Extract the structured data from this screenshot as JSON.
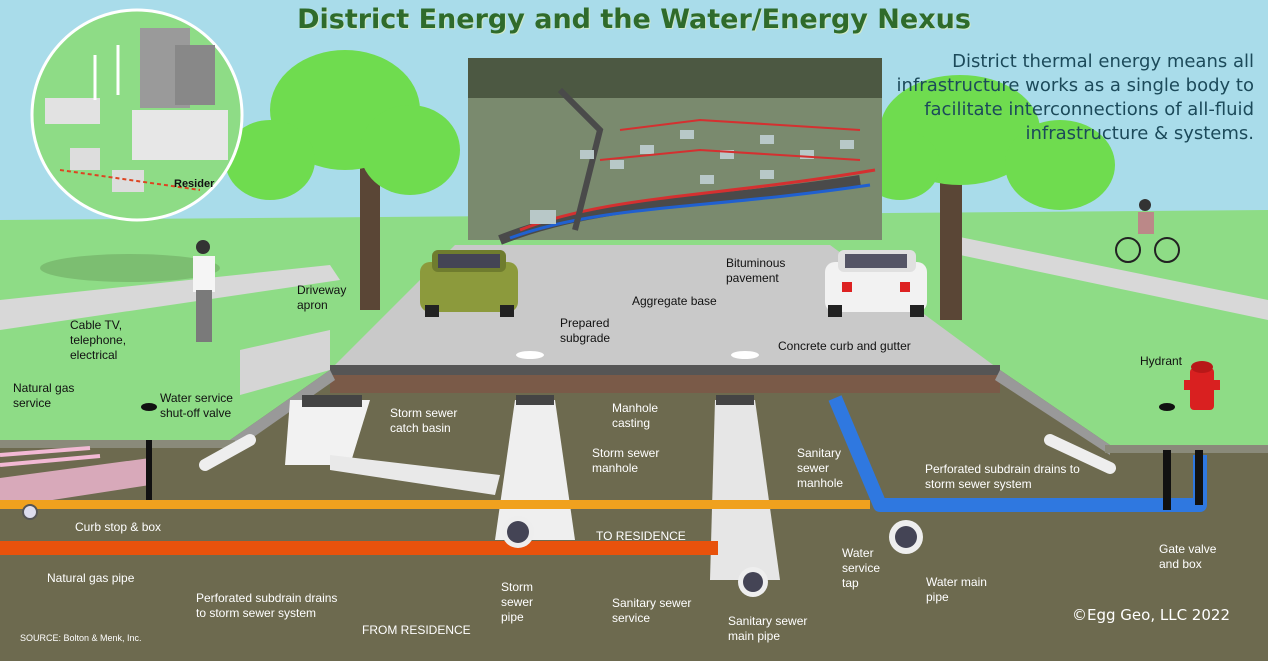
{
  "title": "District Energy and the Water/Energy Nexus",
  "description": "District thermal energy means all infrastructure works as a single body to facilitate interconnections of all-fluid infrastructure & systems.",
  "inset_label": "Resider",
  "copyright": "©Egg Geo, LLC 2022",
  "source": "SOURCE: Bolton & Menk, Inc.",
  "labels": {
    "cable": "Cable TV, telephone, electrical",
    "natural_gas_service": "Natural gas service",
    "water_shutoff": "Water service shut-off valve",
    "driveway_apron": "Driveway apron",
    "prepared_subgrade": "Prepared subgrade",
    "aggregate_base": "Aggregate base",
    "bituminous": "Bituminous pavement",
    "curb_gutter": "Concrete curb and gutter",
    "hydrant": "Hydrant",
    "storm_catch_basin": "Storm sewer catch basin",
    "manhole_casting": "Manhole casting",
    "storm_manhole": "Storm sewer manhole",
    "sanitary_manhole": "Sanitary sewer manhole",
    "perforated_right": "Perforated subdrain drains to storm sewer system",
    "curb_stop": "Curb stop & box",
    "to_residence": "TO RESIDENCE",
    "natural_gas_pipe": "Natural gas pipe",
    "perforated_left": "Perforated subdrain drains to storm sewer system",
    "from_residence": "FROM RESIDENCE",
    "storm_pipe": "Storm sewer pipe",
    "sanitary_service": "Sanitary sewer service",
    "sanitary_main": "Sanitary sewer main pipe",
    "water_service_tap": "Water service tap",
    "water_main": "Water main pipe",
    "gate_valve": "Gate valve and box"
  },
  "colors": {
    "sky": "#a9dcea",
    "grass": "#8edc86",
    "soil": "#6d6a4f",
    "road": "#c8c8c8",
    "orange_pipe": "#f0a11e",
    "red_pipe": "#e8520c",
    "water_pipe": "#2f78e0",
    "hydrant": "#d92020",
    "title_green": "#2f6b2b"
  }
}
